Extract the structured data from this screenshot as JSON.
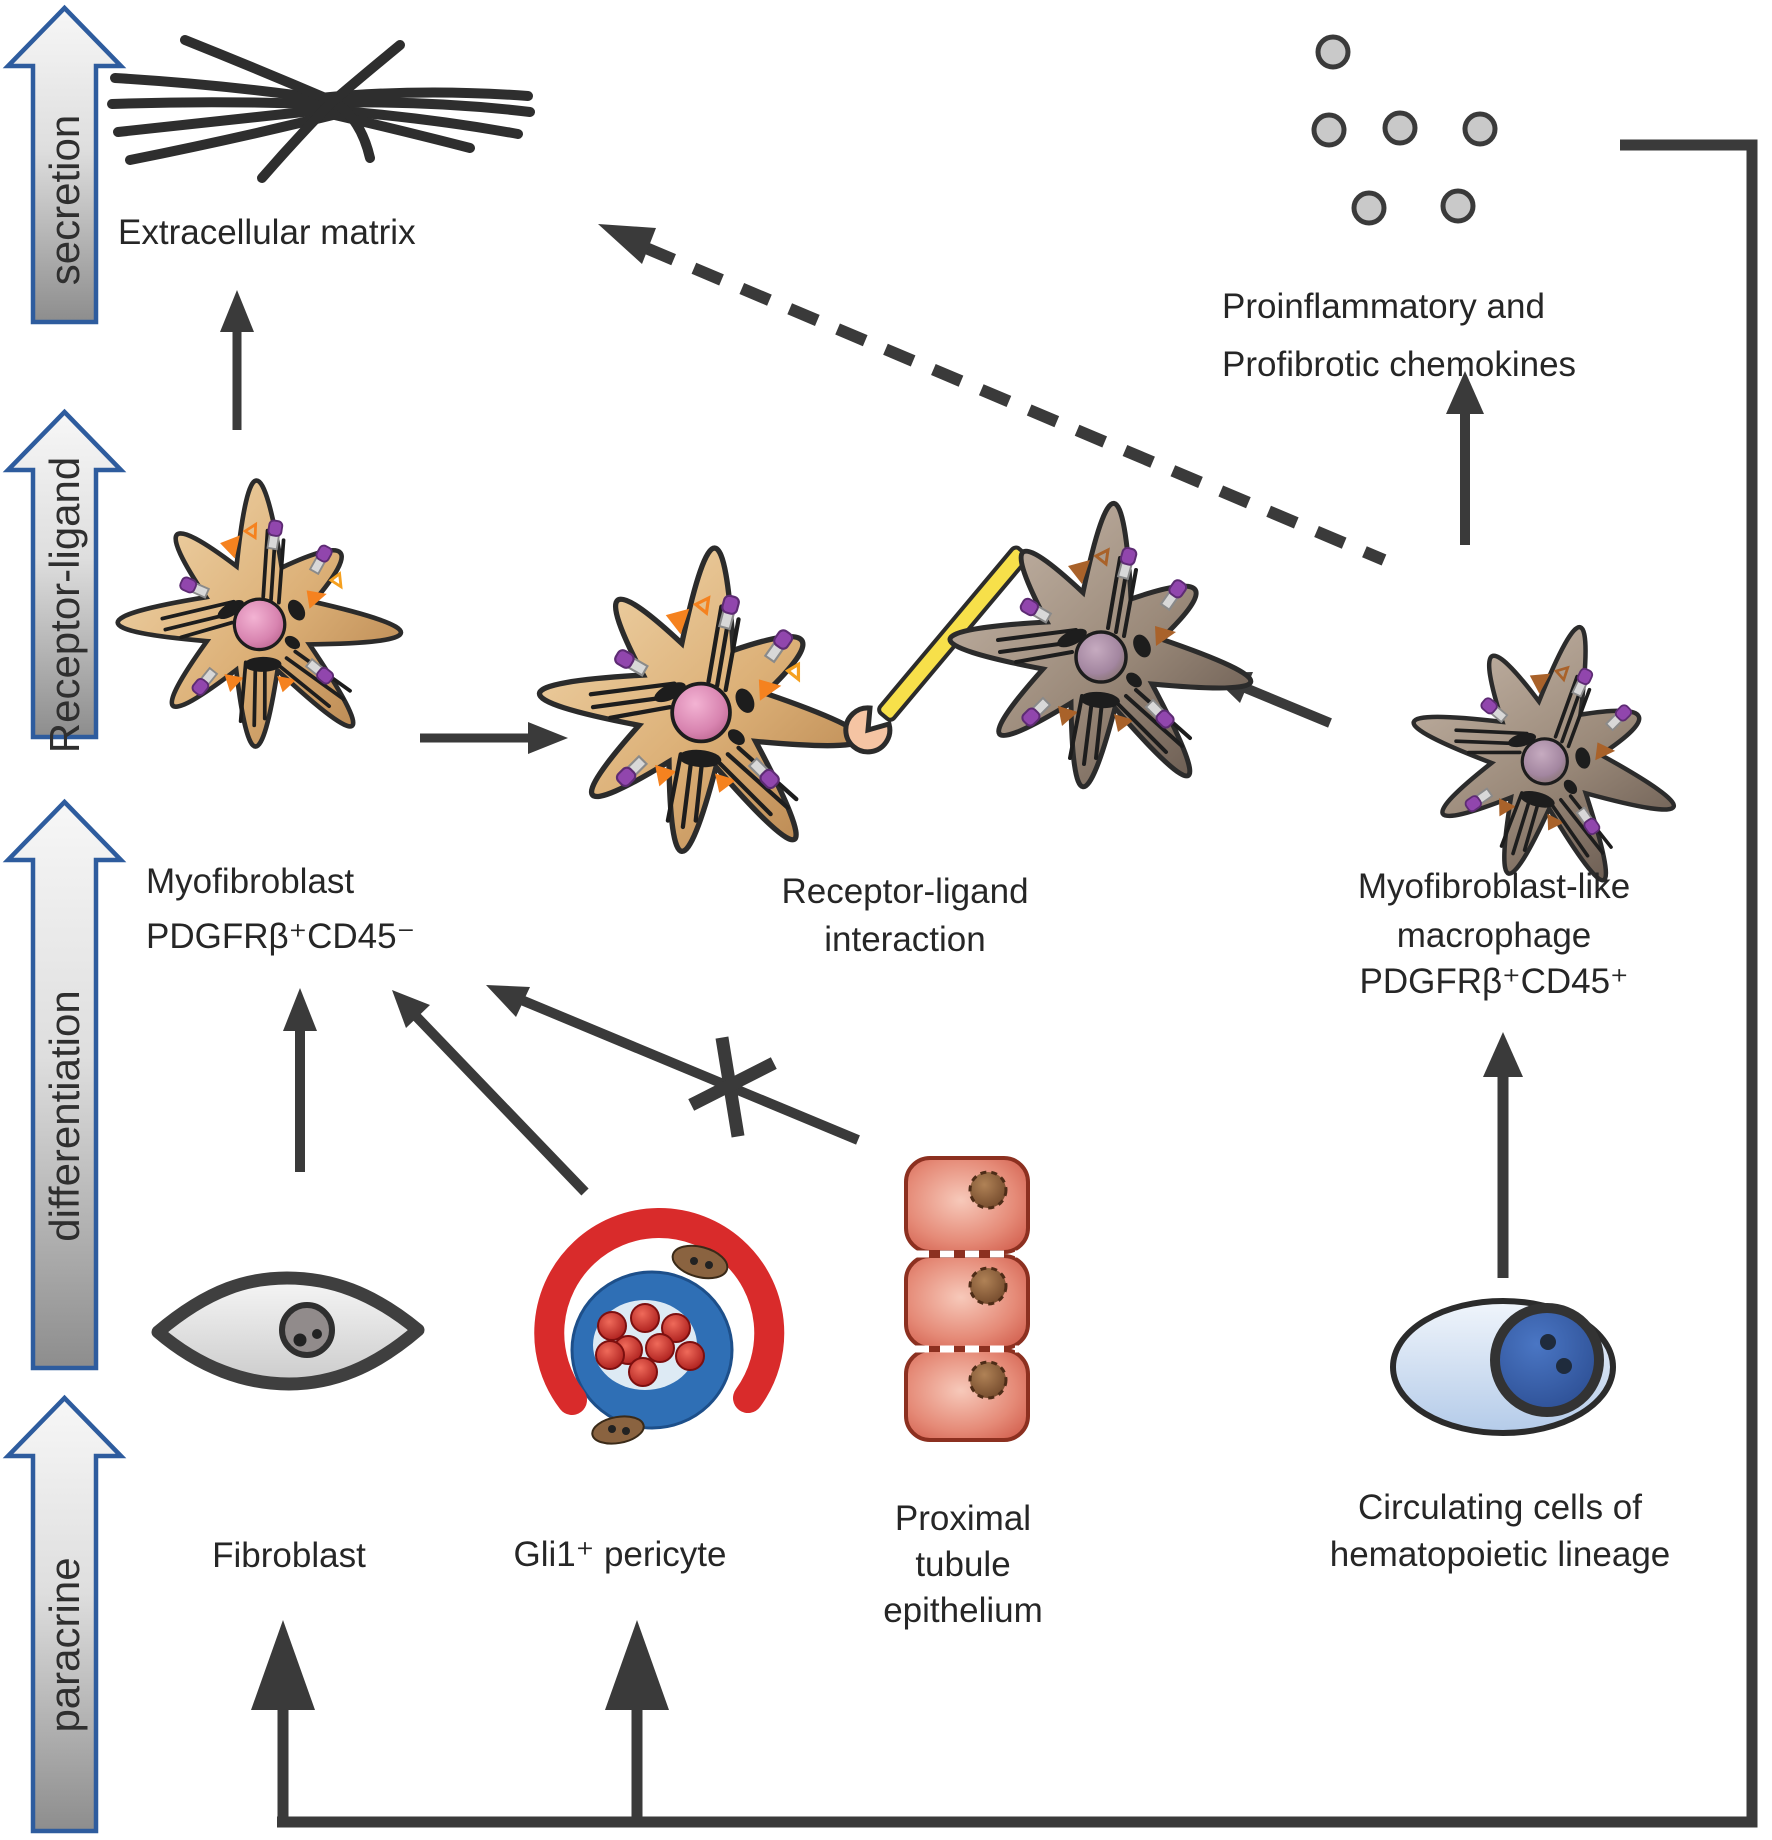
{
  "figure": {
    "process_arrows": [
      {
        "label": "secretion"
      },
      {
        "label": "Receptor-ligand"
      },
      {
        "label": "differentiation"
      },
      {
        "label": "paracrine"
      }
    ],
    "nodes": {
      "ecm": {
        "label": "Extracellular matrix"
      },
      "chemokines": {
        "label_line1": "Proinflammatory and",
        "label_line2": "Profibrotic chemokines"
      },
      "myofibroblast": {
        "label_line1": "Myofibroblast",
        "label_line2": "PDGFRβ⁺CD45⁻"
      },
      "interaction": {
        "label_line1": "Receptor-ligand",
        "label_line2": "interaction"
      },
      "macrophage": {
        "label_line1": "Myofibroblast-like",
        "label_line2": "macrophage",
        "label_line3": "PDGFRβ⁺CD45⁺"
      },
      "fibroblast": {
        "label": "Fibroblast"
      },
      "pericyte": {
        "label": "Gli1⁺ pericyte"
      },
      "proximal_tubule": {
        "label_line1": "Proximal",
        "label_line2": "tubule",
        "label_line3": "epithelium"
      },
      "circulating": {
        "label_line1": "Circulating cells of",
        "label_line2": "hematopoietic lineage"
      }
    },
    "colors": {
      "process_arrow_outline": "#2e5c9e",
      "process_arrow_fill_light": "#f6f6f6",
      "process_arrow_fill_dark": "#8d8d8d",
      "connector_dark": "#3a3a3a",
      "tan_cell": "#d9ab72",
      "brown_cell": "#8a7668",
      "nucleus_pink": "#d884b0",
      "nucleus_purple": "#a386a0",
      "receptor_orange": "#f5821f",
      "receptor_brown": "#a9622a",
      "receptor_purple": "#8e44ad",
      "ligand_yellow": "#f7e04a",
      "ligand_receptor_pink": "#f5c4a3",
      "chemokine_gray": "#c9c9c9",
      "pericyte_red": "#d92b2b",
      "vessel_blue": "#2f6fb5",
      "tubule_red": "#d96352",
      "circulating_blue": "#3a62ad"
    }
  }
}
